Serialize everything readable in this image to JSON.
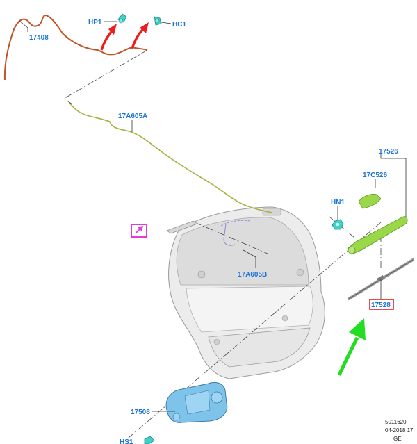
{
  "colors": {
    "callout": "#1a73d8",
    "hose_upper": "#c0552a",
    "hose_lower": "#a8b040",
    "clip": "#3fd0c8",
    "arm": "#9ad84a",
    "motor": "#7ec4ea",
    "frame": "#e33ad8",
    "highlight": "#e02020",
    "red_arrow": "#ee1c1c",
    "green_arrow": "#22dd22"
  },
  "callouts": {
    "hp1": "HP1",
    "hc1": "HC1",
    "hose_upper": "17408",
    "hose_lower": "17A605A",
    "arm": "17526",
    "cap": "17C526",
    "nut": "HN1",
    "tube": "17A605B",
    "blade": "17528",
    "motor": "17508",
    "screw": "HS1"
  },
  "icons": {
    "bracket_symbol": "arrow-in-box-icon"
  },
  "footer": {
    "code": "5011620",
    "date": "04-2018 17",
    "region": "GE"
  }
}
